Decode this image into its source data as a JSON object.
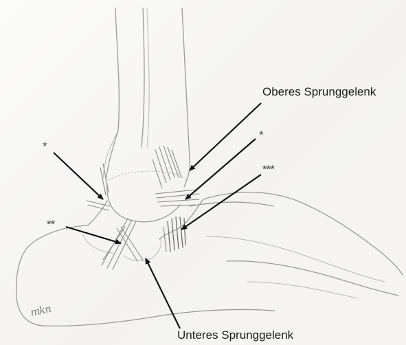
{
  "labels": {
    "upper_joint": "Oberes Sprunggelenk",
    "lower_joint": "Unteres Sprunggelenk"
  },
  "marks": {
    "left_single": "*",
    "right_single": "*",
    "triple": "***",
    "double": "**"
  },
  "signature": "mkn"
}
